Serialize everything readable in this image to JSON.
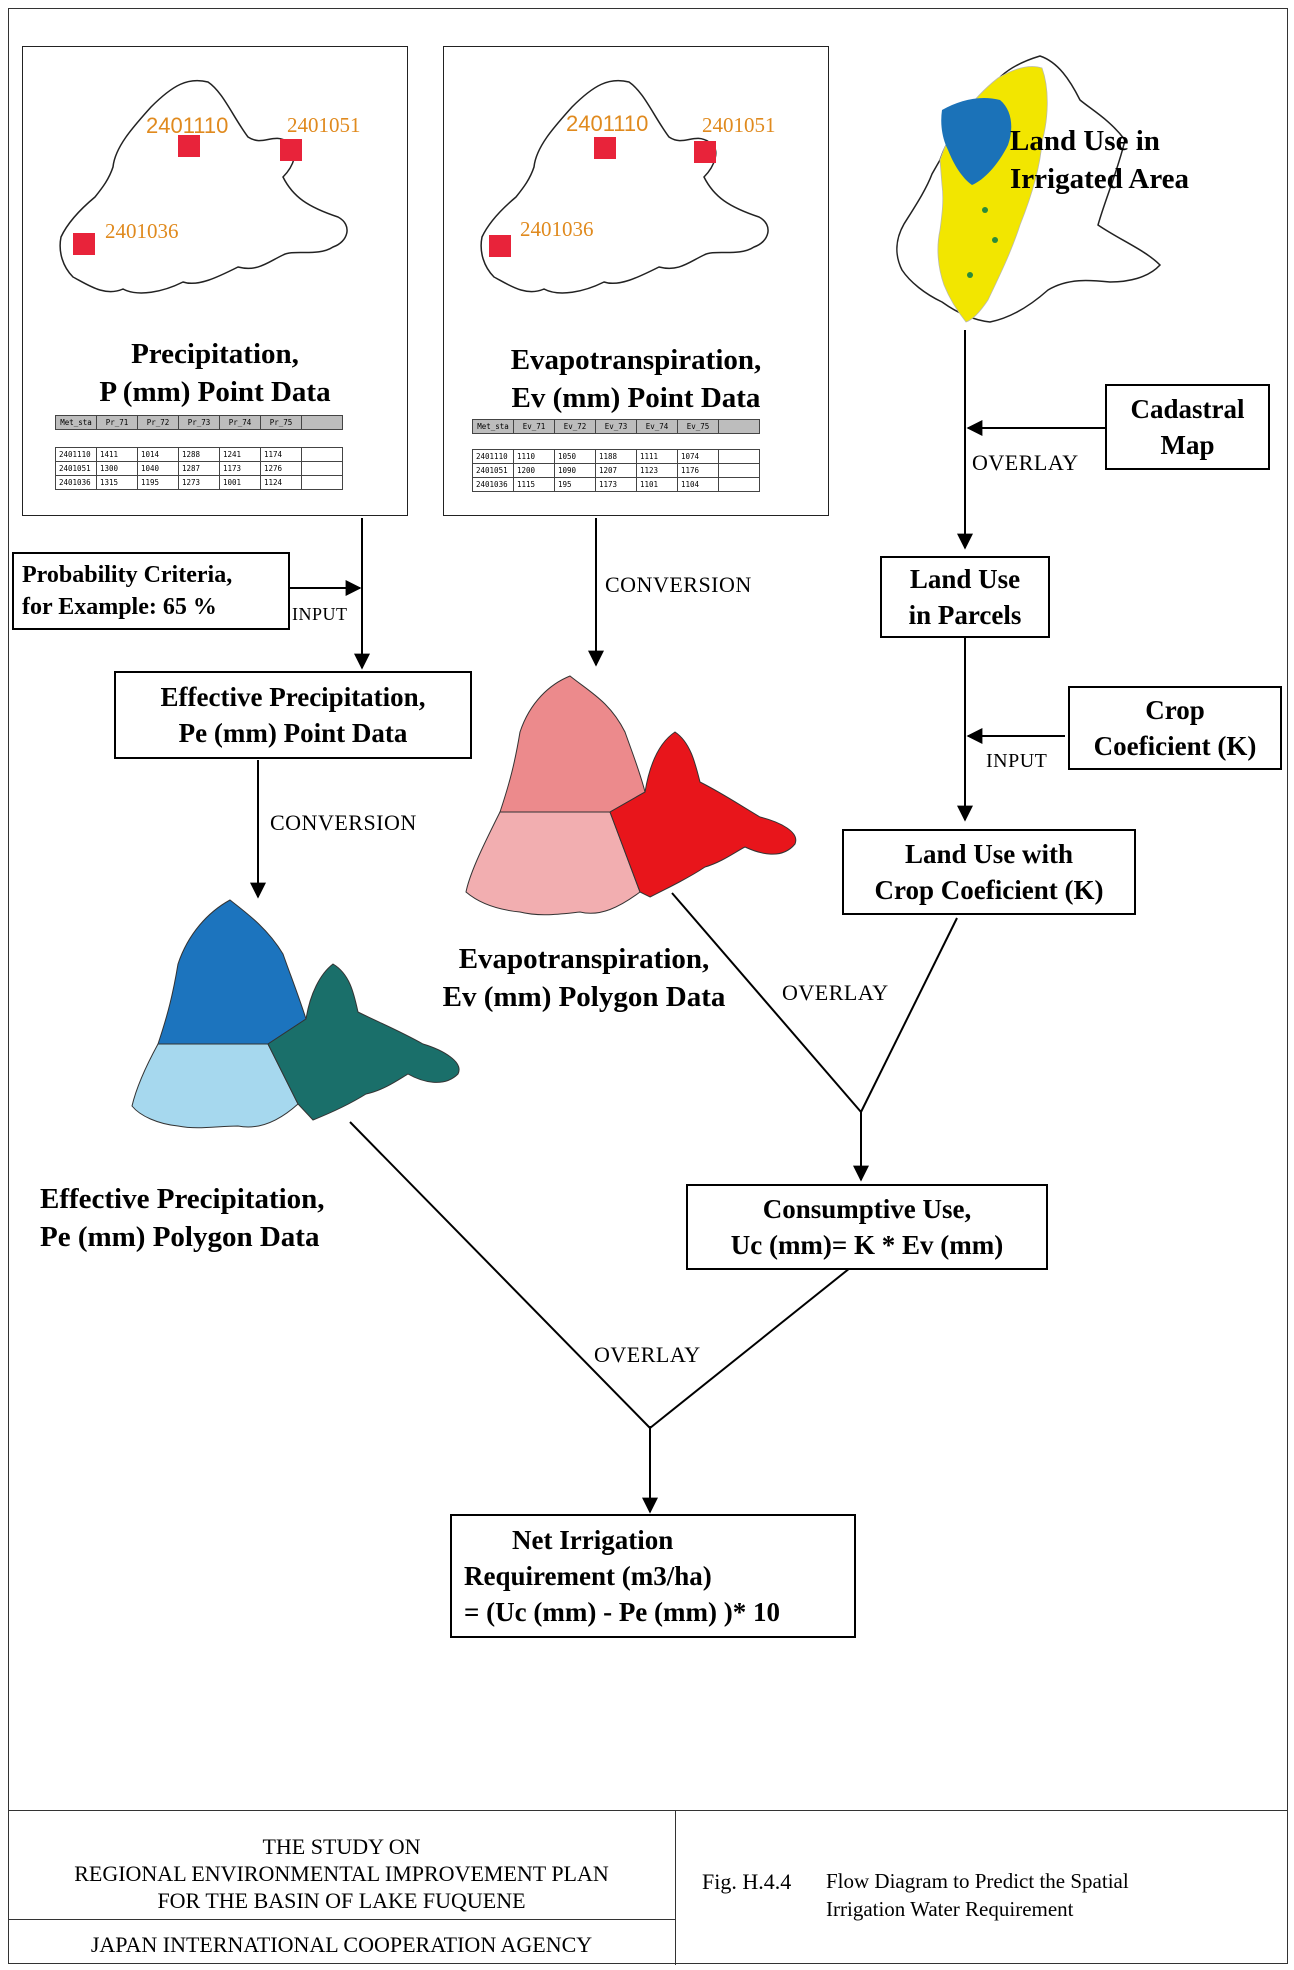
{
  "panels": {
    "precip": {
      "stations": [
        "2401110",
        "2401051",
        "2401036"
      ],
      "title_line1": "Precipitation,",
      "title_line2": "P (mm) Point Data",
      "table_header": [
        "Met_sta",
        "Pr_71",
        "Pr_72",
        "Pr_73",
        "Pr_74",
        "Pr_75"
      ],
      "table_rows": [
        [
          "2401110",
          "1411",
          "1014",
          "1288",
          "1241",
          "1174"
        ],
        [
          "2401051",
          "1300",
          "1040",
          "1287",
          "1173",
          "1276"
        ],
        [
          "2401036",
          "1315",
          "1195",
          "1273",
          "1001",
          "1124"
        ]
      ]
    },
    "evapo": {
      "stations": [
        "2401110",
        "2401051",
        "2401036"
      ],
      "title_line1": "Evapotranspiration,",
      "title_line2": "Ev (mm)  Point Data",
      "table_header": [
        "Met_sta",
        "Ev_71",
        "Ev_72",
        "Ev_73",
        "Ev_74",
        "Ev_75"
      ],
      "table_rows": [
        [
          "2401110",
          "1110",
          "1050",
          "1188",
          "1111",
          "1074"
        ],
        [
          "2401051",
          "1200",
          "1090",
          "1207",
          "1123",
          "1176"
        ],
        [
          "2401036",
          "1115",
          "195",
          "1173",
          "1101",
          "1104"
        ]
      ]
    },
    "landuse": {
      "title_line1": "Land Use in",
      "title_line2": "Irrigated Area"
    }
  },
  "boxes": {
    "probability": [
      "Probability Criteria,",
      "for Example: 65 %"
    ],
    "effective_point": [
      "Effective Precipitation,",
      "Pe (mm) Point Data"
    ],
    "cadastral": [
      "Cadastral",
      "Map"
    ],
    "landuse_parcels": [
      "Land Use",
      "in Parcels"
    ],
    "crop_coef": [
      "Crop",
      "Coeficient (K)"
    ],
    "landuse_crop": [
      "Land Use with",
      "Crop Coeficient (K)"
    ],
    "consumptive": [
      "Consumptive Use,",
      "Uc (mm)= K * Ev (mm)"
    ],
    "net_irrigation": [
      "Net Irrigation",
      "Requirement (m3/ha)",
      "= (Uc (mm) - Pe (mm) )* 10"
    ]
  },
  "labels": {
    "input1": "INPUT",
    "conversion1": "CONVERSION",
    "conversion2": "CONVERSION",
    "overlay_cadastral": "OVERLAY",
    "input_crop": "INPUT",
    "overlay_right": "OVERLAY",
    "overlay_bottom": "OVERLAY",
    "evapo_polygon": [
      "Evapotranspiration,",
      "Ev (mm) Polygon Data"
    ],
    "effective_polygon": [
      "Effective Precipitation,",
      "Pe (mm) Polygon Data"
    ]
  },
  "footer": {
    "study_line1": "THE STUDY ON",
    "study_line2": "REGIONAL ENVIRONMENTAL IMPROVEMENT PLAN",
    "study_line3": "FOR THE BASIN OF LAKE FUQUENE",
    "agency": "JAPAN INTERNATIONAL COOPERATION AGENCY",
    "fig_no": "Fig. H.4.4",
    "fig_title_line1": "Flow Diagram to Predict the Spatial",
    "fig_title_line2": "Irrigation Water Requirement"
  },
  "colors": {
    "station_marker": "#e8233a",
    "station_label": "#e08a1e",
    "evapo_light": "#f2aeb0",
    "evapo_mid": "#ec8a8c",
    "evapo_dark": "#e8151b",
    "precip_dark": "#1c74be",
    "precip_light": "#a6d8ee",
    "precip_teal": "#1a6f6a",
    "landuse_yellow": "#f2e600",
    "landuse_blue": "#1b72b8"
  }
}
